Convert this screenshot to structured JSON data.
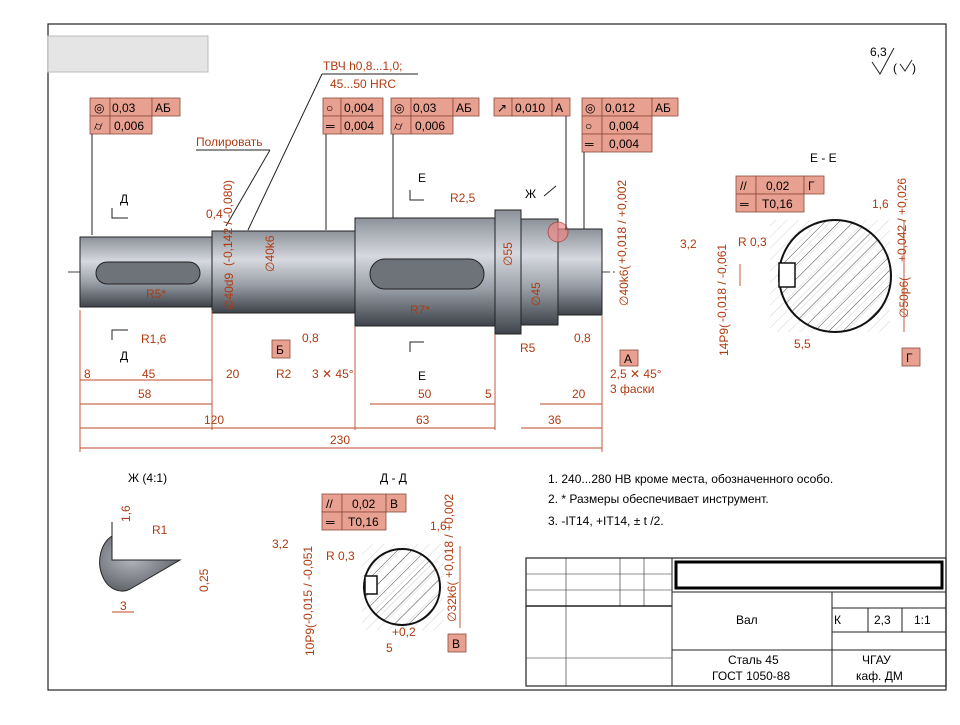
{
  "roughness": {
    "value": "6,3"
  },
  "hardening_note": {
    "line1": "ТВЧ h0,8...1,0;",
    "line2": "45...50 HRC"
  },
  "polish_note": "Полировать",
  "tolerance_frames": {
    "f1": {
      "r1": [
        "0,03",
        "АБ"
      ],
      "r2": [
        "0,006"
      ]
    },
    "f2": {
      "r1": [
        "0,004"
      ],
      "r2": [
        "0,004"
      ]
    },
    "f3": {
      "r1": [
        "0,03",
        "АБ"
      ],
      "r2": [
        "0,006"
      ]
    },
    "f4": {
      "r1": [
        "0,010",
        "А"
      ]
    },
    "f5": {
      "r1": [
        "0,012",
        "АБ"
      ],
      "r2": [
        "0,004"
      ],
      "r3": [
        "0,004"
      ]
    },
    "ee": {
      "r1": [
        "0,02",
        "Г"
      ],
      "r2": [
        "Т0,16"
      ]
    },
    "dd": {
      "r1": [
        "0,02",
        "В"
      ],
      "r2": [
        "Т0,16"
      ]
    }
  },
  "datums": {
    "b": "Б",
    "a": "А",
    "g": "Г",
    "v": "В"
  },
  "section_labels": {
    "d_top": "Д",
    "d_bot": "Д",
    "e_top": "Е",
    "e_bot": "Е",
    "zh": "Ж",
    "ee_title": "Е - Е",
    "dd_title": "Д - Д",
    "zh_title": "Ж (4:1)"
  },
  "shaft_dims": {
    "d40d9": "∅40d9",
    "d40d9_tol": "(-0,142 / -0,080)",
    "d40k6a": "∅40k6",
    "d55": "∅55",
    "d45": "∅45",
    "d40k6b": "∅40k6(",
    "d40k6b_tol": "+0,018 / +0,002",
    "r5": "R5*",
    "r7": "R7*",
    "r2_5": "R2,5",
    "r1_6": "R1,6",
    "r5b": "R5",
    "c04": "0,4",
    "c08a": "0,8",
    "c08b": "0,8",
    "l8": "8",
    "l45": "45",
    "l20": "20",
    "r2": "R2",
    "ch1": "3 ✕ 45°",
    "l50": "50",
    "l5": "5",
    "l20b": "20",
    "ch2": "2,5 ✕ 45°",
    "fask": "3 фаски",
    "l58": "58",
    "l120": "120",
    "l63": "63",
    "l36": "36",
    "l230": "230"
  },
  "ee_dims": {
    "r32": "3,2",
    "r03": "R 0,3",
    "r16": "1,6",
    "d50": "∅50р6(",
    "d50tol": "+0,042 / +0,026",
    "w14": "14Р9(",
    "w14tol": "-0,018 / -0,061",
    "d55": "5,5"
  },
  "dd_dims": {
    "r32": "3,2",
    "r03": "R 0,3",
    "r16": "1,6",
    "d32": "∅32k6(",
    "d32tol": "+0,018 / +0,002",
    "w10": "10Р9(",
    "w10tol": "-0,015 / -0,051",
    "d5": "5",
    "d5tol": "+0,2"
  },
  "zh_dims": {
    "r16": "1,6",
    "r1": "R1",
    "h025": "0,25",
    "w3": "3"
  },
  "notes": [
    "1. 240...280 НВ кроме места, обозначенного особо.",
    "2. * Размеры обеспечивает инструмент.",
    "3. -IT14, +IT14, ± t /2."
  ],
  "title_block": {
    "name": "Вал",
    "lit": "К",
    "mass": "2,3",
    "scale": "1:1",
    "material_1": "Сталь 45",
    "material_2": "ГОСТ 1050-88",
    "org_1": "ЧГАУ",
    "org_2": "каф. ДМ"
  }
}
